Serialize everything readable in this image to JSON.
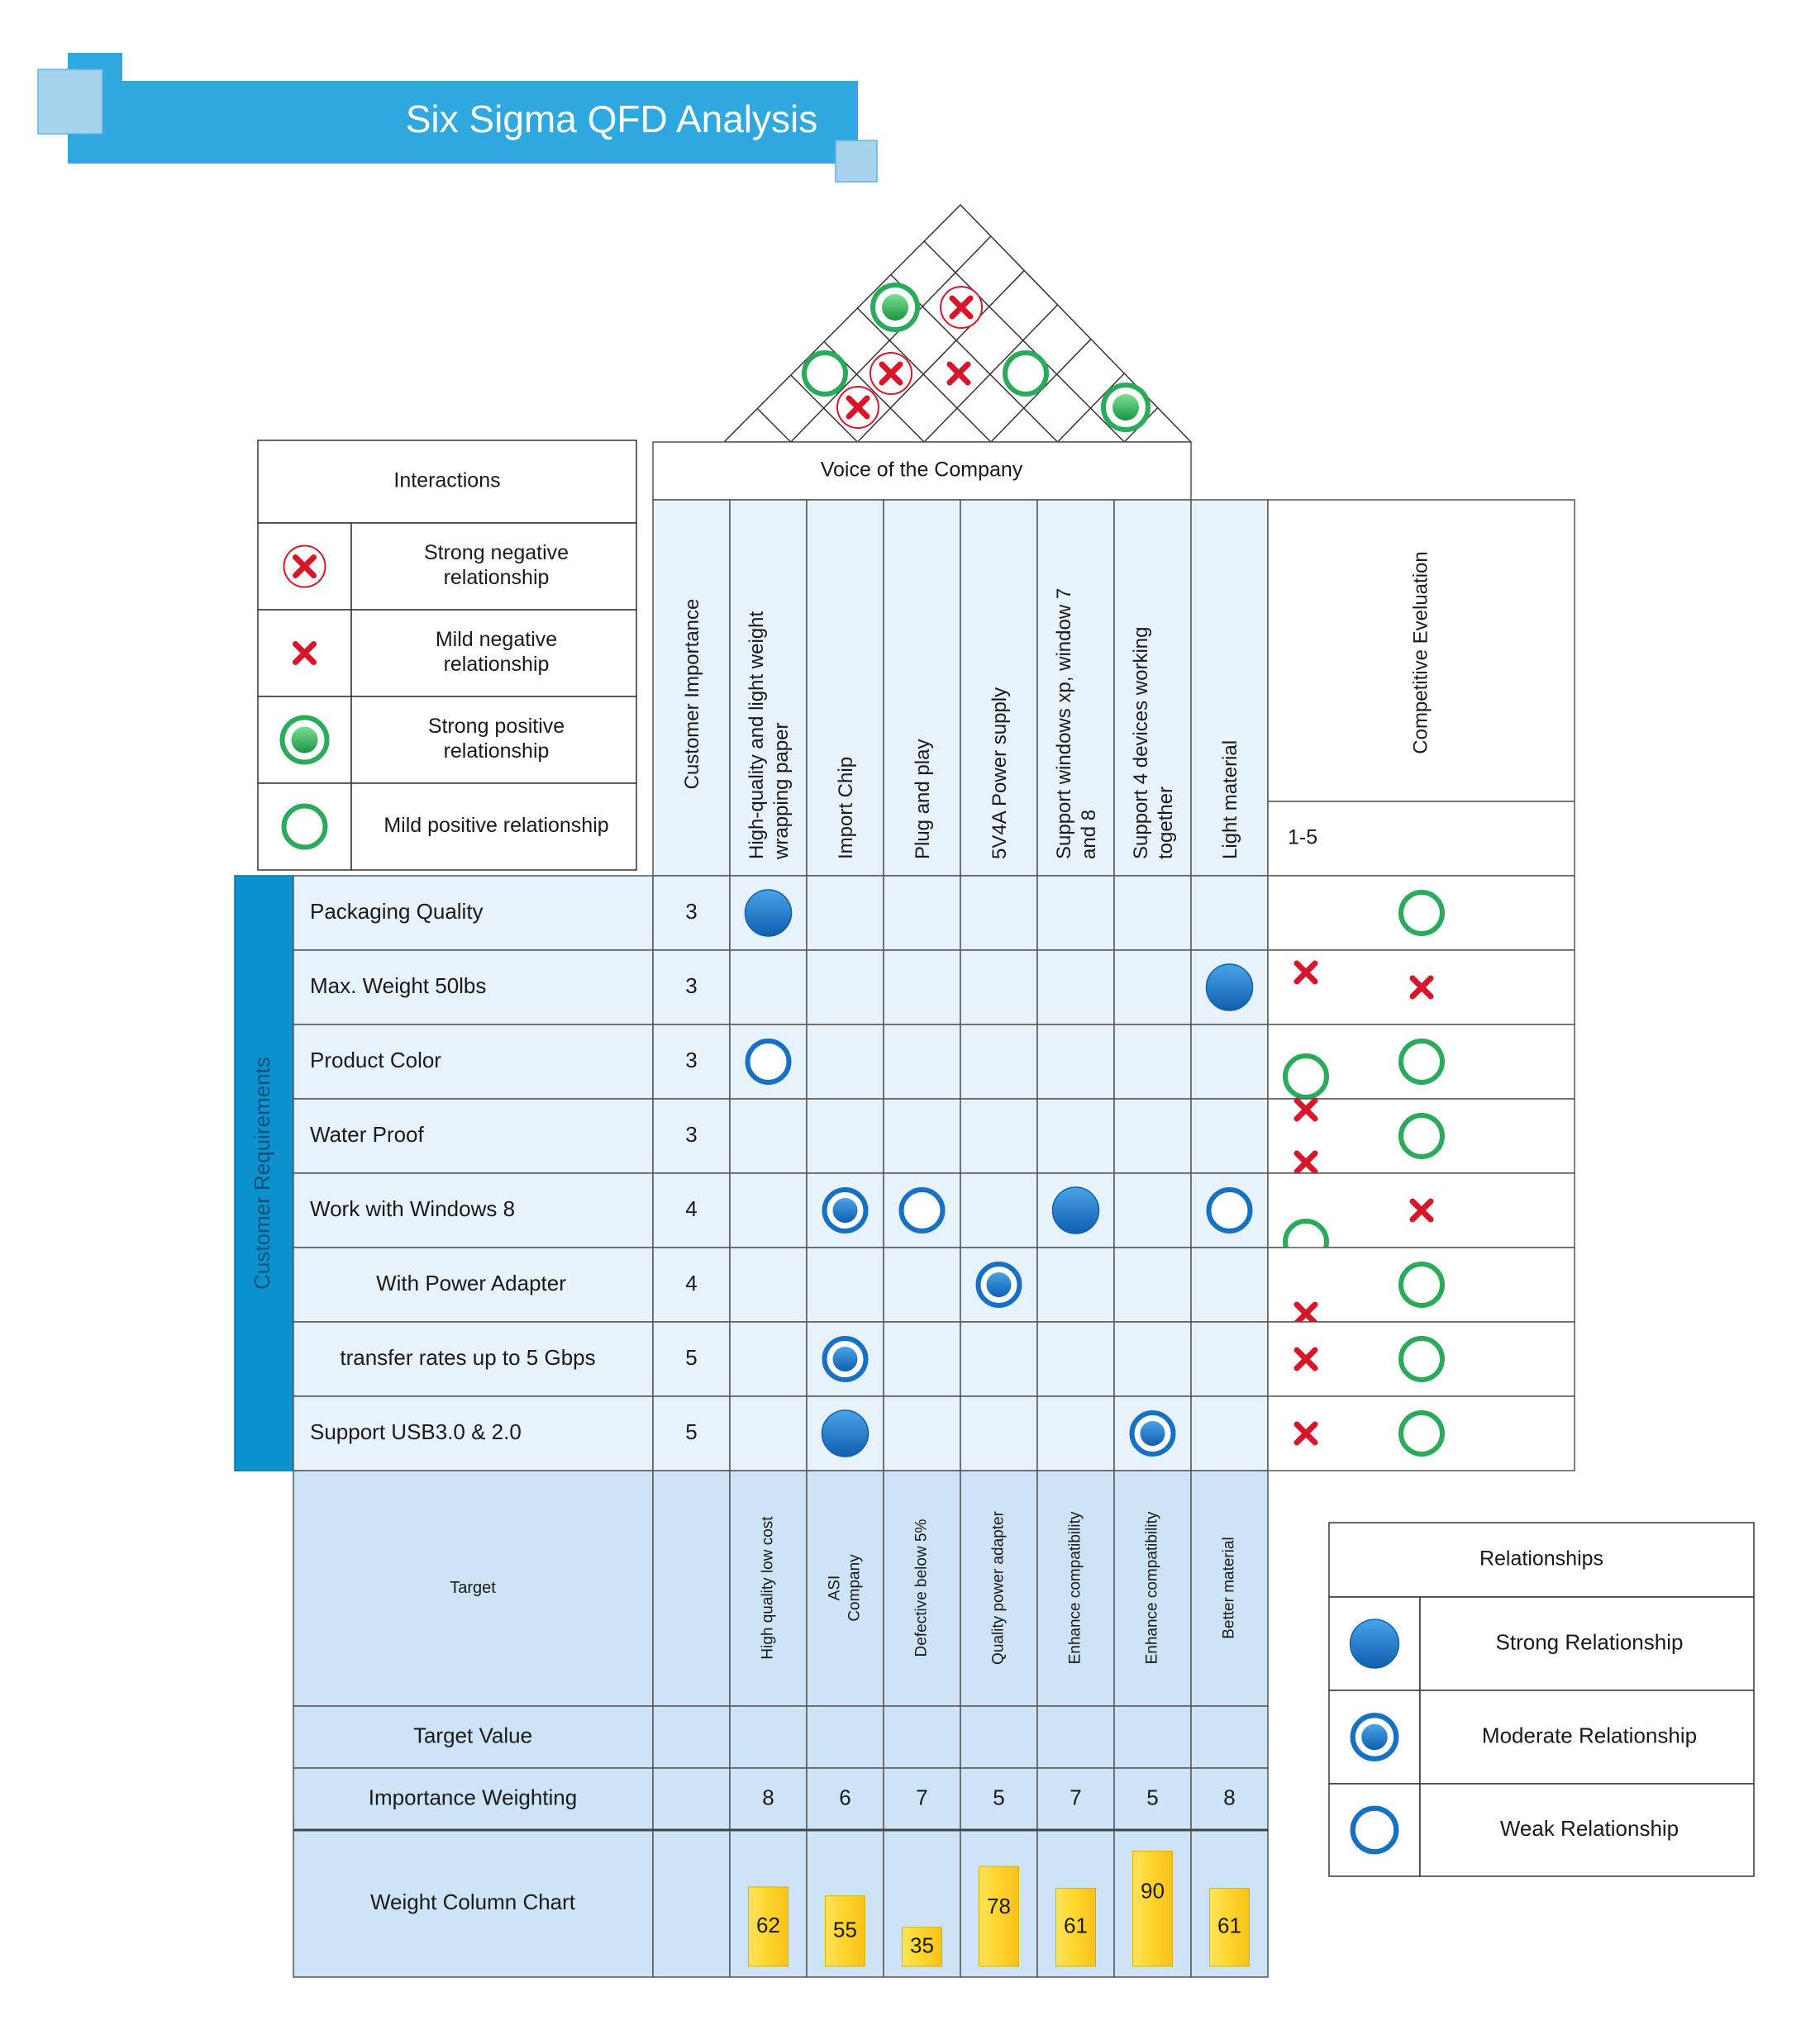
{
  "title": "Six Sigma QFD Analysis",
  "colors": {
    "banner": "#2ea8df",
    "banner_square_dark": "#2ea8df",
    "banner_square_light": "#a7d2ee",
    "cell_fill": "#e8f2fb",
    "bottom_fill": "#cde3f6",
    "side_bar": "#0a92cf",
    "relation_blue": "#1670c4",
    "negative_red": "#d6172a",
    "positive_green": "#2aaa5a",
    "bar_yellow": "#ffd62e"
  },
  "interactions_legend": {
    "title": "Interactions",
    "items": [
      {
        "symbol": "strong-negative",
        "label_lines": [
          "Strong negative",
          "relationship"
        ]
      },
      {
        "symbol": "mild-negative",
        "label_lines": [
          "Mild negative",
          "relationship"
        ]
      },
      {
        "symbol": "strong-positive",
        "label_lines": [
          "Strong positive",
          "relationship"
        ]
      },
      {
        "symbol": "mild-positive",
        "label_lines": [
          "Mild positive relationship"
        ]
      }
    ]
  },
  "voice_of_company": "Voice of the Company",
  "customer_importance_header": "Customer Importance",
  "technical_requirements": [
    {
      "lines": [
        "High-quality and light weight",
        "wrapping paper"
      ]
    },
    {
      "lines": [
        "Import Chip"
      ]
    },
    {
      "lines": [
        "Plug and play"
      ]
    },
    {
      "lines": [
        "5V4A Power supply"
      ]
    },
    {
      "lines": [
        "Support windows xp, window 7",
        "and 8"
      ]
    },
    {
      "lines": [
        "Support 4 devices working",
        "together"
      ]
    },
    {
      "lines": [
        "Light material"
      ]
    }
  ],
  "roof_interactions": [
    {
      "a": 1,
      "b": 3,
      "symbol": "strong-positive"
    },
    {
      "a": 1,
      "b": 5,
      "symbol": "strong-negative"
    },
    {
      "a": 0,
      "b": 3,
      "symbol": "mild-positive"
    },
    {
      "a": 1,
      "b": 4,
      "symbol": "strong-negative"
    },
    {
      "a": 2,
      "b": 5,
      "symbol": "mild-negative"
    },
    {
      "a": 3,
      "b": 6,
      "symbol": "mild-positive"
    },
    {
      "a": 1,
      "b": 3,
      "symbol": "strong-negative",
      "row": "low"
    },
    {
      "a": 5,
      "b": 6,
      "symbol": "strong-positive"
    }
  ],
  "customer_requirements_label": "Customer Requirements",
  "customer_requirements": [
    {
      "label": "Packaging Quality",
      "importance": "3",
      "relations": [
        "strong",
        "",
        "",
        "",
        "",
        "",
        ""
      ],
      "competitive": [
        "",
        "mild-positive"
      ]
    },
    {
      "label": "Max. Weight 50lbs",
      "importance": "3",
      "relations": [
        "",
        "",
        "",
        "",
        "",
        "",
        "strong"
      ],
      "competitive": [
        "mild-negative",
        "mild-negative"
      ]
    },
    {
      "label": "Product Color",
      "importance": "3",
      "relations": [
        "weak",
        "",
        "",
        "",
        "",
        "",
        ""
      ],
      "competitive": [
        "mild-positive",
        "mild-positive"
      ]
    },
    {
      "label": "Water Proof",
      "importance": "3",
      "relations": [
        "",
        "",
        "",
        "",
        "",
        "",
        ""
      ],
      "competitive": [
        "mild-negative-pair",
        "mild-positive"
      ]
    },
    {
      "label": "Work with Windows 8",
      "importance": "4",
      "relations": [
        "",
        "moderate",
        "weak",
        "",
        "strong",
        "",
        "weak"
      ],
      "competitive": [
        "mild-positive",
        "mild-negative"
      ]
    },
    {
      "label": "With Power Adapter",
      "importance": "4",
      "relations": [
        "",
        "",
        "",
        "moderate",
        "",
        "",
        ""
      ],
      "competitive": [
        "mild-negative",
        "mild-positive"
      ]
    },
    {
      "label": "transfer rates up to 5 Gbps",
      "importance": "5",
      "relations": [
        "",
        "moderate",
        "",
        "",
        "",
        "",
        ""
      ],
      "competitive": [
        "mild-negative",
        "mild-positive"
      ]
    },
    {
      "label": "Support USB3.0 & 2.0",
      "importance": "5",
      "relations": [
        "",
        "strong",
        "",
        "",
        "",
        "moderate",
        ""
      ],
      "competitive": [
        "mild-negative",
        "mild-positive"
      ]
    }
  ],
  "competitive_evaluation": {
    "title": "Competitive Eveluation",
    "scale": "1-5"
  },
  "bottom": {
    "target_label": "Target",
    "targets": [
      {
        "lines": [
          "High quality low cost"
        ]
      },
      {
        "lines": [
          "ASI",
          "Company"
        ]
      },
      {
        "lines": [
          "Defective below 5%"
        ]
      },
      {
        "lines": [
          "Quality power adapter"
        ]
      },
      {
        "lines": [
          "Enhance compatibility"
        ]
      },
      {
        "lines": [
          "Enhance compatibility"
        ]
      },
      {
        "lines": [
          "Better material"
        ]
      }
    ],
    "target_value_label": "Target Value",
    "importance_weighting_label": "Importance Weighting",
    "importance_weighting": [
      "8",
      "6",
      "7",
      "5",
      "7",
      "5",
      "8"
    ],
    "weight_chart_label": "Weight Column Chart"
  },
  "chart_data": {
    "type": "bar",
    "categories": [
      "High-quality and light weight wrapping paper",
      "Import Chip",
      "Plug and play",
      "5V4A Power supply",
      "Support windows xp, window 7 and 8",
      "Support 4 devices working together",
      "Light material"
    ],
    "values": [
      62,
      55,
      35,
      78,
      61,
      90,
      61
    ]
  },
  "relationships_legend": {
    "title": "Relationships",
    "items": [
      {
        "symbol": "strong",
        "label": "Strong Relationship"
      },
      {
        "symbol": "moderate",
        "label": "Moderate Relationship"
      },
      {
        "symbol": "weak",
        "label": "Weak Relationship"
      }
    ]
  }
}
